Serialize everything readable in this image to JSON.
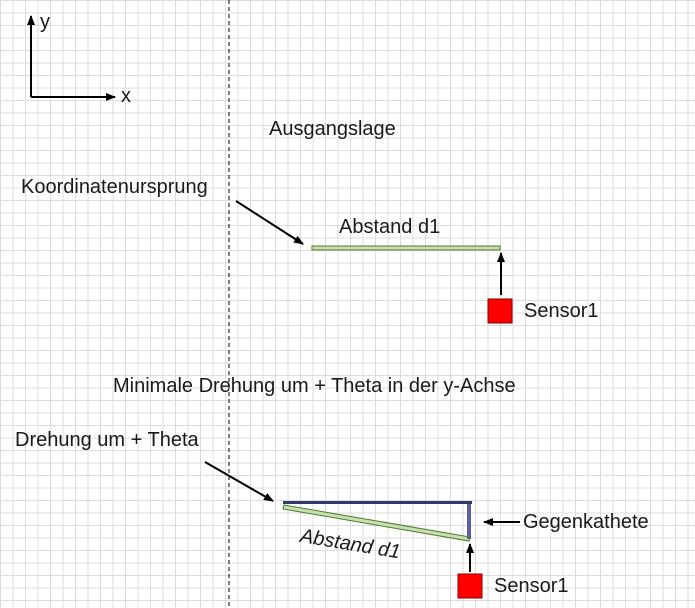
{
  "axes": {
    "x_label": "x",
    "y_label": "y"
  },
  "labels": {
    "ausgangslage": "Ausgangslage",
    "koordinatenursprung": "Koordinatenursprung",
    "abstand_top": "Abstand d1",
    "sensor_top": "Sensor1",
    "minimale_drehung": "Minimale Drehung um + Theta in der y-Achse",
    "drehung": "Drehung um + Theta",
    "gegenkathete": "Gegenkathete",
    "abstand_bottom": "Abstand d1",
    "sensor_bottom": "Sensor1"
  },
  "colors": {
    "sensor": "#ff0000",
    "distance_bar": "#4f7a28",
    "distance_bar_fill": "#c6e0b4",
    "rotated_reference": "#2f3a6b",
    "gegenkathete_bar": "#5b5f9a",
    "arrow": "#000000",
    "dashed_line": "#000000"
  }
}
